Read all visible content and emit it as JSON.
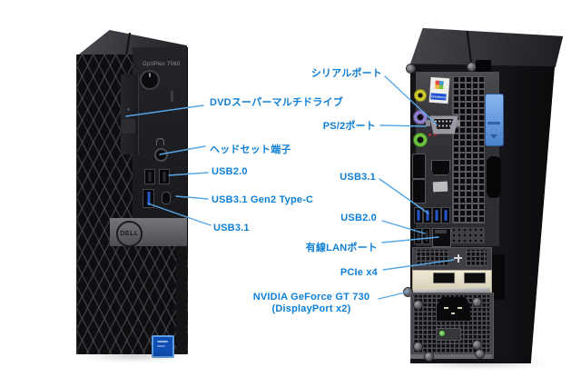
{
  "page": {
    "background": "#ffffff"
  },
  "colors": {
    "label_text": "#0e7fd6",
    "leader_line": "#58a8e8",
    "usb3_blue": "#2856cc",
    "latch_blue": "#5a8fd8",
    "gpu_bracket": "#e6dfc8"
  },
  "front_view": {
    "model_text": "OptiPlex 7060",
    "brand": "DELL"
  },
  "rear_view": {
    "windows_sticker": "Windows"
  },
  "annotations": {
    "front": [
      {
        "id": "dvd-drive",
        "text": "DVDスーパーマルチドライブ"
      },
      {
        "id": "headset-jack",
        "text": "ヘッドセット端子"
      },
      {
        "id": "usb20-front",
        "text": "USB2.0"
      },
      {
        "id": "usb31-gen2-typec",
        "text": "USB3.1 Gen2 Type-C"
      },
      {
        "id": "usb31-front",
        "text": "USB3.1"
      }
    ],
    "rear": [
      {
        "id": "serial-port",
        "text": "シリアルポート"
      },
      {
        "id": "ps2-port",
        "text": "PS/2ポート"
      },
      {
        "id": "usb31-rear",
        "text": "USB3.1"
      },
      {
        "id": "usb20-rear",
        "text": "USB2.0"
      },
      {
        "id": "lan-port",
        "text": "有線LANポート"
      },
      {
        "id": "pcie-x4",
        "text": "PCIe x4"
      },
      {
        "id": "gpu",
        "text": "NVIDIA GeForce GT 730",
        "text2": "(DisplayPort x2)"
      }
    ]
  }
}
